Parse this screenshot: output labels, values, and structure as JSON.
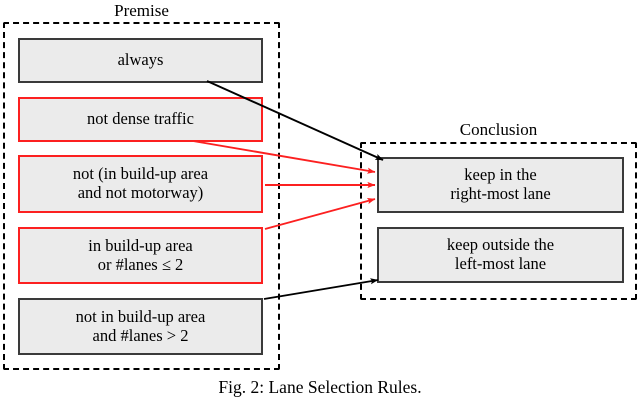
{
  "figure": {
    "caption": "Fig. 2: Lane Selection Rules."
  },
  "groups": {
    "premise": {
      "label": "Premise"
    },
    "conclusion": {
      "label": "Conclusion"
    }
  },
  "colors": {
    "node_fill": "#ebebeb",
    "black_border": "#3a3a3a",
    "red_border": "#fc2020",
    "red_arrow": "#fc2020",
    "black_arrow": "#000000",
    "background": "#ffffff"
  },
  "premise_nodes": [
    {
      "id": "always",
      "text": "always",
      "border": "black"
    },
    {
      "id": "not-dense",
      "text": "not dense traffic",
      "border": "red"
    },
    {
      "id": "not-buildup",
      "text": "not (in build-up area\nand not motorway)",
      "border": "red"
    },
    {
      "id": "in-buildup",
      "text": "in build-up area\nor #lanes ≤ 2",
      "border": "red"
    },
    {
      "id": "notin-buildup",
      "text": "not in build-up area\nand #lanes > 2",
      "border": "black"
    }
  ],
  "conclusion_nodes": [
    {
      "id": "keep-right",
      "text": "keep in the\nright-most lane"
    },
    {
      "id": "keep-left",
      "text": "keep outside the\nleft-most lane"
    }
  ],
  "edges": [
    {
      "from": "always",
      "to": "keep-right",
      "color": "black"
    },
    {
      "from": "not-dense",
      "to": "keep-right",
      "color": "red"
    },
    {
      "from": "not-buildup",
      "to": "keep-right",
      "color": "red"
    },
    {
      "from": "in-buildup",
      "to": "keep-right",
      "color": "red"
    },
    {
      "from": "notin-buildup",
      "to": "keep-left",
      "color": "black"
    }
  ]
}
